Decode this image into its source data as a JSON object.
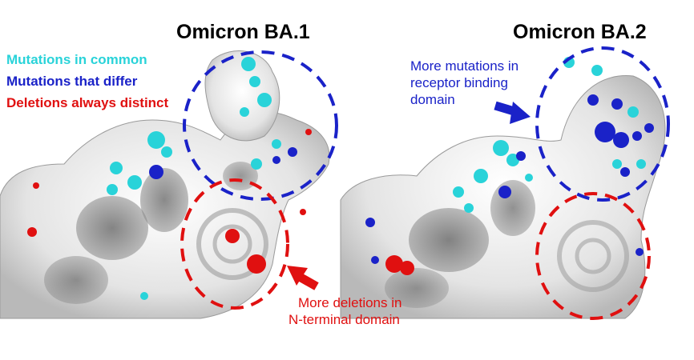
{
  "panels": {
    "ba1": {
      "title": "Omicron BA.1"
    },
    "ba2": {
      "title": "Omicron BA.2"
    }
  },
  "legend": [
    {
      "label": "Mutations in common",
      "color": "#29d3d9"
    },
    {
      "label": "Mutations that differ",
      "color": "#1a22c8"
    },
    {
      "label": "Deletions always distinct",
      "color": "#e01010"
    }
  ],
  "annotations": {
    "rbd_note": {
      "lines": [
        "More mutations in",
        "receptor binding",
        "domain"
      ],
      "color": "#1a22c8"
    },
    "ntd_note": {
      "lines": [
        "More deletions in",
        "N-terminal domain"
      ],
      "color": "#e01010"
    }
  },
  "colors": {
    "surface": "#f2f2f2",
    "surface_shadow": "#6a6a6a",
    "common": "#29d3d9",
    "differ": "#1a22c8",
    "deletion": "#e01010"
  }
}
